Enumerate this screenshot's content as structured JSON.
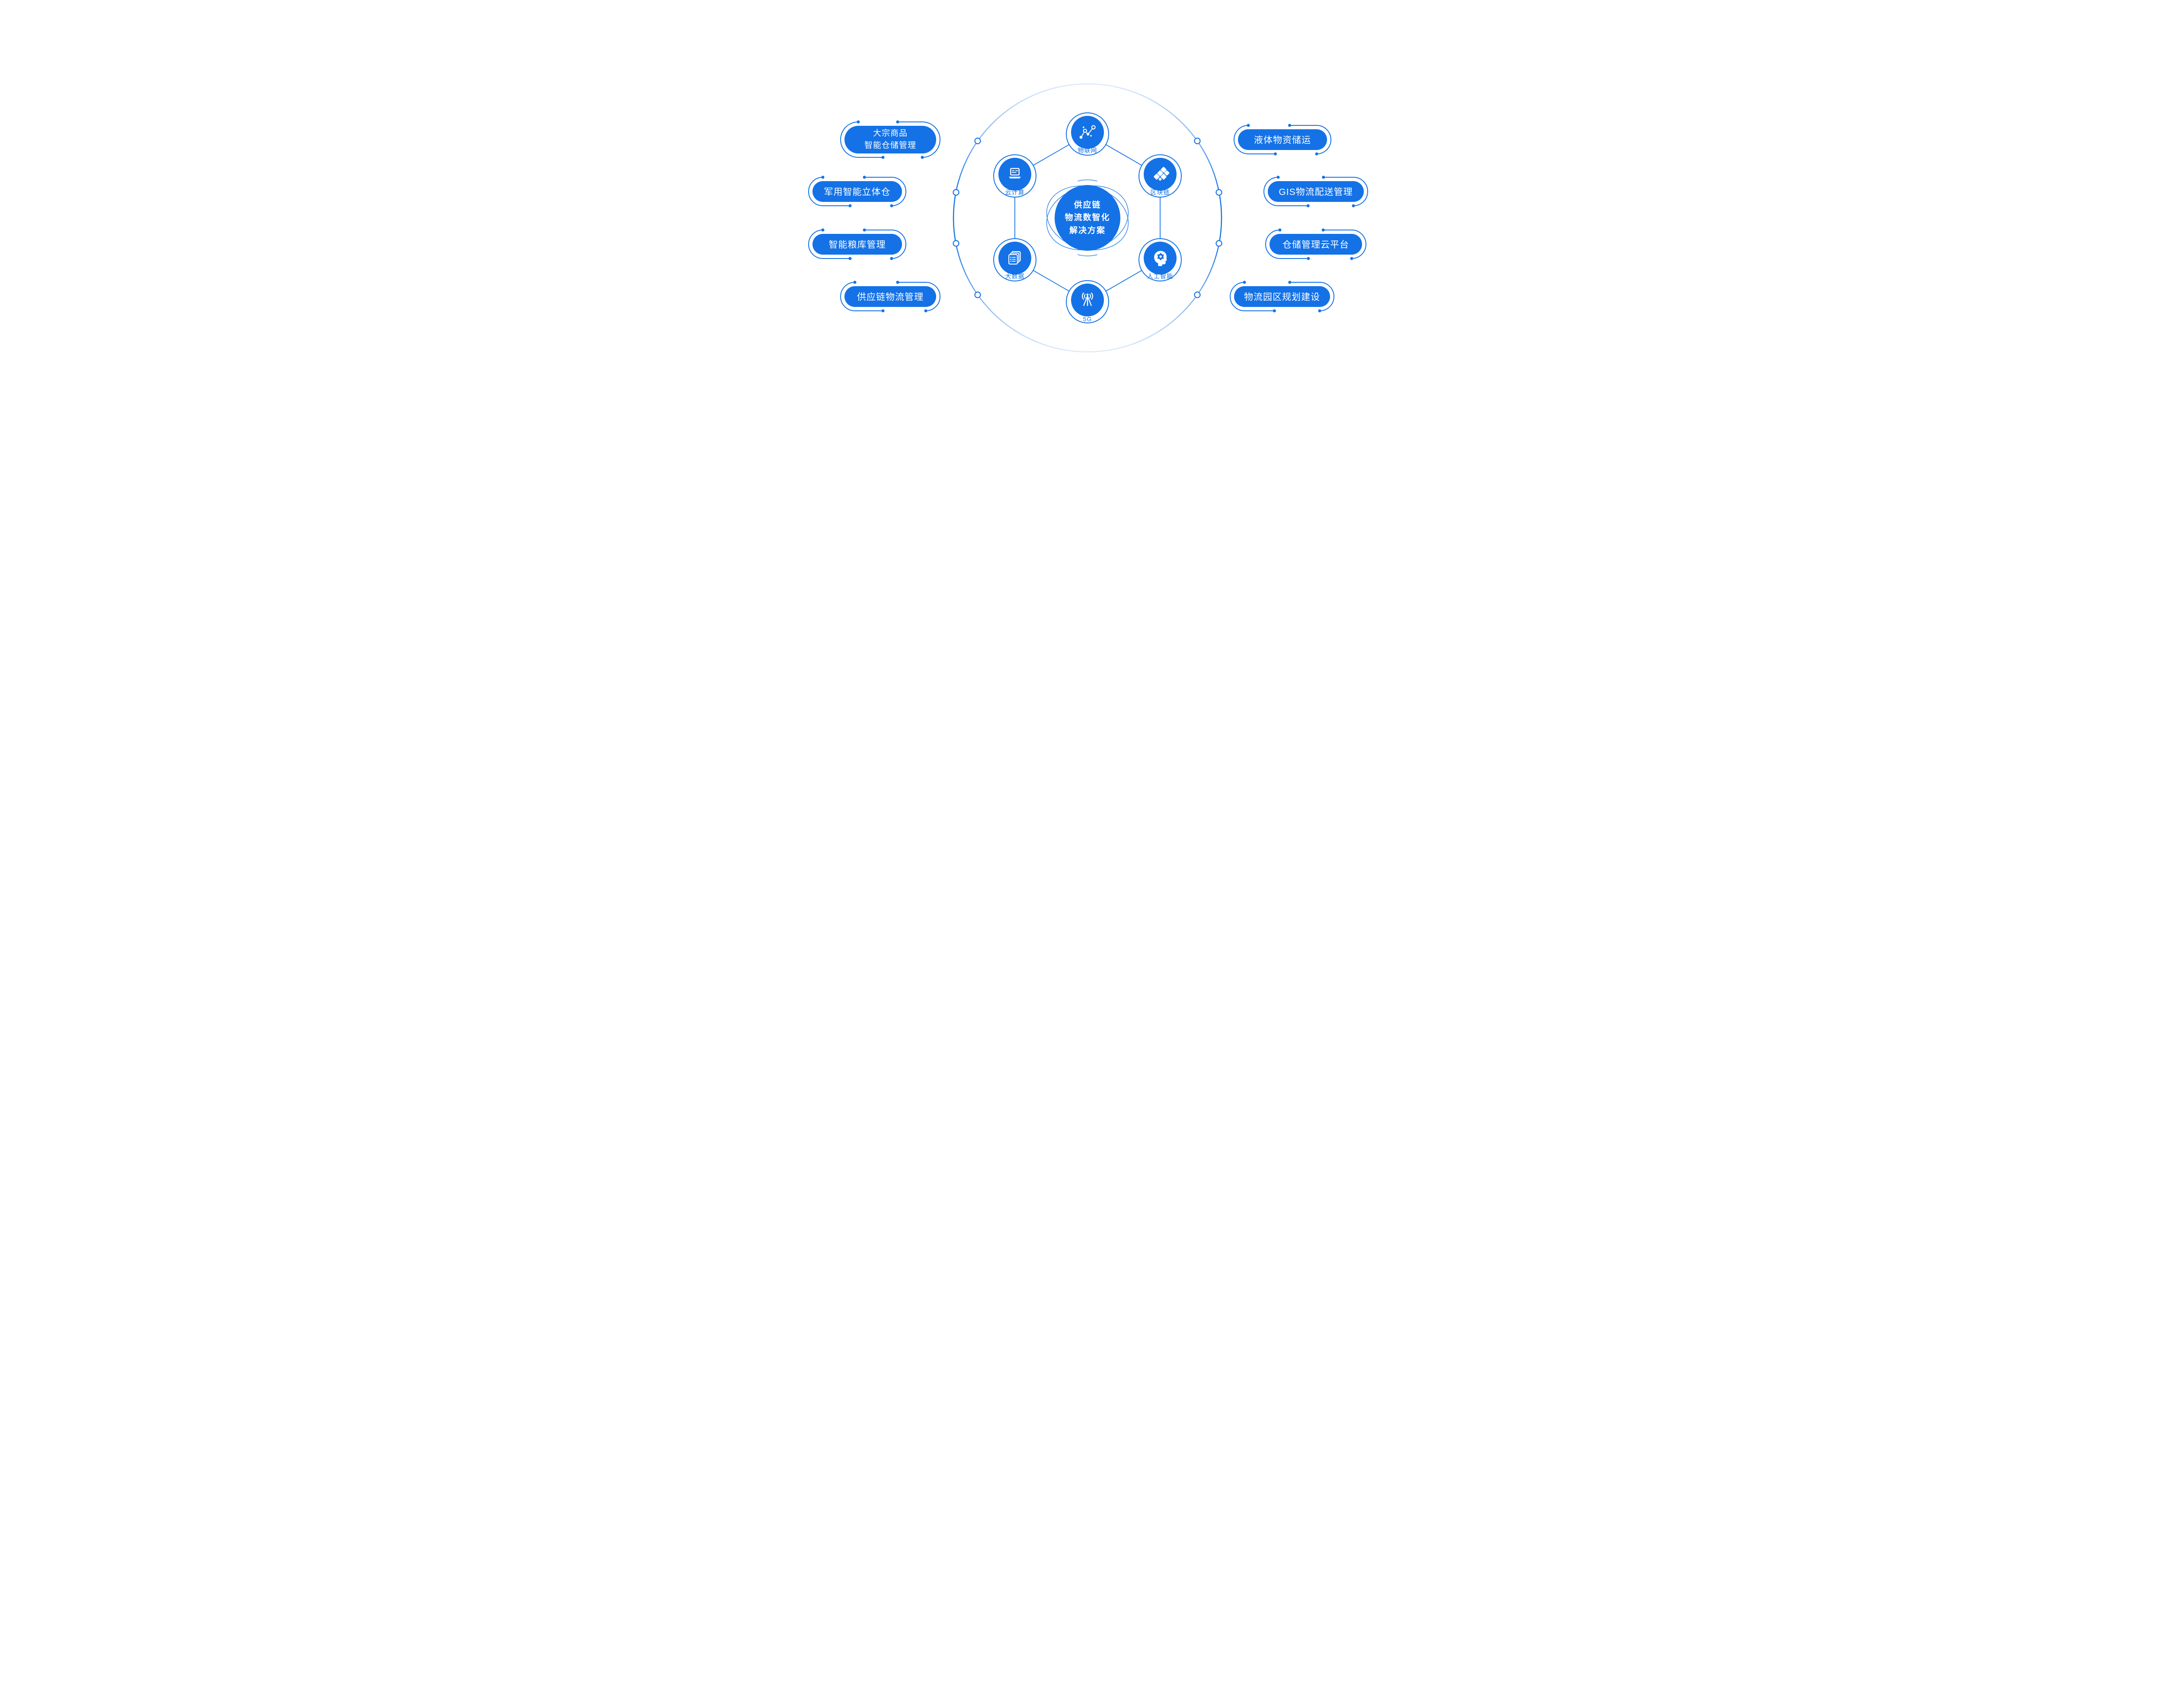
{
  "colors": {
    "primary": "#1472E6",
    "ring_fade": "#DCEBFC",
    "background": "#FFFFFF"
  },
  "center": {
    "lines": [
      "供应链",
      "物流数智化",
      "解决方案"
    ]
  },
  "tech_nodes": [
    {
      "label": "物联网",
      "icon": "iot-icon"
    },
    {
      "label": "区块链",
      "icon": "blockchain-icon"
    },
    {
      "label": "人工智能",
      "icon": "ai-icon"
    },
    {
      "label": "5G",
      "icon": "5g-icon"
    },
    {
      "label": "大数据",
      "icon": "bigdata-icon"
    },
    {
      "label": "云计算",
      "icon": "cloud-computing-icon"
    }
  ],
  "applications": {
    "left": [
      {
        "label": [
          "大宗商品",
          "智能仓储管理"
        ]
      },
      {
        "label": "军用智能立体仓"
      },
      {
        "label": "智能粮库管理"
      },
      {
        "label": "供应链物流管理"
      }
    ],
    "right": [
      {
        "label": "液体物资储运"
      },
      {
        "label": "GIS物流配送管理"
      },
      {
        "label": "仓储管理云平台"
      },
      {
        "label": "物流园区规划建设"
      }
    ]
  }
}
